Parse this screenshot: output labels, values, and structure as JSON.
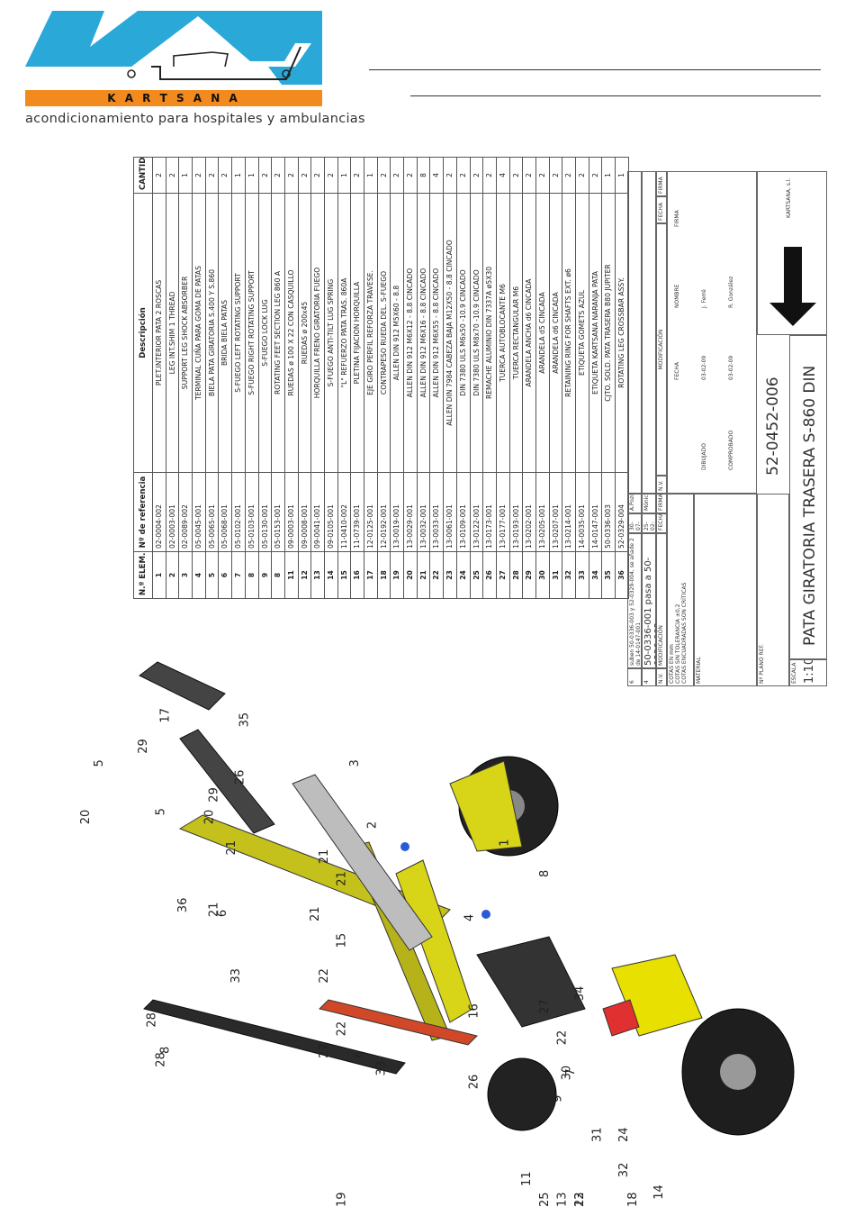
{
  "header": {
    "brand": "K A R T S A N A",
    "tagline": "acondicionamiento para hospitales y ambulancias"
  },
  "parts_table": {
    "headers": [
      "N.º ELEM.",
      "Nº de referencia",
      "Descripción",
      "CANTIDAD"
    ],
    "rows": [
      [
        "1",
        "02-0004-002",
        "PLET.INTERIOR PATA 2 ROSCAS",
        "2"
      ],
      [
        "2",
        "02-0003-001",
        "LEG INT.SHIM 1 THREAD",
        "2"
      ],
      [
        "3",
        "02-0089-002",
        "SUPPORT LEG SHOCK ABSORBER",
        "1"
      ],
      [
        "4",
        "05-0045-001",
        "TERMINAL CUÑA PARA GOMA DE PATAS",
        "2"
      ],
      [
        "5",
        "05-0065-001",
        "BIELA PATA GIRATORIA S.400 Y S.860",
        "2"
      ],
      [
        "6",
        "05-0068-001",
        "BRIDA BIELA PATAS",
        "2"
      ],
      [
        "7",
        "05-0102-001",
        "S-FUEGO LEFT ROTATING SUPPORT",
        "1"
      ],
      [
        "8",
        "05-0103-001",
        "S-FUEGO RIGHT ROTATING SUPPORT",
        "1"
      ],
      [
        "9",
        "05-0130-001",
        "S-FUEGO LOCK LUG",
        "2"
      ],
      [
        "8",
        "05-0153-001",
        "ROTATING FEET SECTION LEG 860 A",
        "2"
      ],
      [
        "11",
        "09-0003-001",
        "RUEDAS ø 100 X 22 CON CASQUILLO",
        "2"
      ],
      [
        "12",
        "09-0008-001",
        "RUEDAS ø 200x45",
        "2"
      ],
      [
        "13",
        "09-0041-001",
        "HORQUILLA FRENO GIRATORIA FUEGO",
        "2"
      ],
      [
        "14",
        "09-0105-001",
        "S-FUEGO ANTI-TILT LUG SPRING",
        "2"
      ],
      [
        "15",
        "11-0410-002",
        "\"L\" REFUERZO PATA TRAS. 860A",
        "1"
      ],
      [
        "16",
        "11-0739-001",
        "PLETINA FIJACION HORQUILLA",
        "2"
      ],
      [
        "17",
        "12-0125-001",
        "EJE GIRO PERFIL REFORZA TRAVESE.",
        "1"
      ],
      [
        "18",
        "12-0192-001",
        "CONTRAPESO RUEDA DEL. S-FUEGO",
        "2"
      ],
      [
        "19",
        "13-0019-001",
        "ALLEN DIN 912 M5X60 - 8.8",
        "2"
      ],
      [
        "20",
        "13-0029-001",
        "ALLEN DIN 912 M6X12 - 8.8 CINCADO",
        "2"
      ],
      [
        "21",
        "13-0032-001",
        "ALLEN DIN 912 M6X16 - 8.8 CINCADO",
        "8"
      ],
      [
        "22",
        "13-0033-001",
        "ALLEN DIN 912 M6X55 - 8.8 CINCADO",
        "4"
      ],
      [
        "23",
        "13-0061-001",
        "ALLEN DIN 7984 CABEZA BAJA M12X50 - 8.8 CINCADO",
        "2"
      ],
      [
        "24",
        "13-0109-001",
        "DIN 7380 ULS M6x50 -10.9 CINCADO",
        "2"
      ],
      [
        "25",
        "13-0122-001",
        "DIN 7380 ULS M8x70 -10.9 CINCADO",
        "2"
      ],
      [
        "26",
        "13-0173-001",
        "REMACHE ALUMINIO DIN 7337A ø5X30",
        "2"
      ],
      [
        "27",
        "13-0177-001",
        "TUERCA AUTOBLOCANTE M6",
        "4"
      ],
      [
        "28",
        "13-0193-001",
        "TUERCA RECTANGULAR M6",
        "2"
      ],
      [
        "29",
        "13-0202-001",
        "ARANDELA ANCHA d6 CINCADA",
        "2"
      ],
      [
        "30",
        "13-0205-001",
        "ARANDELA d5 CINCADA",
        "2"
      ],
      [
        "31",
        "13-0207-001",
        "ARANDELA d6 CINCADA",
        "2"
      ],
      [
        "32",
        "13-0214-001",
        "RETAINING RING FOR SHAFTS EXT. ø6",
        "2"
      ],
      [
        "33",
        "14-0035-001",
        "ETIQUETA GOMETS AZUL",
        "2"
      ],
      [
        "34",
        "14-0147-001",
        "ETIQUETA KARTSANA NARANJA PATA",
        "2"
      ],
      [
        "35",
        "50-0336-003",
        "CJTO. SOLD. PATA TRASERA B80 JUPITER",
        "1"
      ],
      [
        "36",
        "52-0329-004",
        "ROTATING LEG CROSSBAR ASSY.",
        "1"
      ]
    ]
  },
  "title_block": {
    "revisions": [
      {
        "nv": "6",
        "text": "suben 50-0336-003 y 52-0329-004, se añade 2 de 14-0147-001",
        "date": "30-07-13",
        "by": "A.Pozo"
      },
      {
        "nv": "4",
        "text": "50-0336-001 pasa a 50-0336-002",
        "date": "25-02-13",
        "by": "Mónica"
      }
    ],
    "rev_headers": {
      "nv": "N.V.",
      "mod": "MODIFICACIÓN",
      "date": "FECHA",
      "sign": "FIRMA"
    },
    "rev_headers2": {
      "nv": "N.V.",
      "mod": "MODIFICACIÓN",
      "date": "FECHA",
      "sign": "FIRMA"
    },
    "notes": [
      "COTAS EN mm",
      "COTAS SIN TOLERANCIA ±0,2",
      "COTAS ENCUADRADAS SON CRÍTICAS"
    ],
    "material_label": "MATERIAL",
    "plano_label": "Nº PLANO REF.",
    "escala_label": "ESCALA",
    "escala": "1:10",
    "drawing_number": "52-0452-006",
    "drawing_title": "PATA GIRATORIA TRASERA S-860 DIN",
    "people_headers": {
      "fecha": "FECHA",
      "nombre": "NOMBRE",
      "firma": "FIRMA"
    },
    "dibujado_label": "DIBUJADO",
    "dibujado_fecha": "03-02-09",
    "dibujado_nombre": "J. Ferré",
    "comprobado_label": "COMPROBADO",
    "comprobado_fecha": "03-02-09",
    "comprobado_nombre": "R. González",
    "company": "KARTSANA, s.l."
  },
  "callouts": [
    "1",
    "2",
    "3",
    "4",
    "5",
    "5",
    "6",
    "6",
    "7",
    "8",
    "8",
    "9",
    "11",
    "12",
    "13",
    "14",
    "15",
    "16",
    "17",
    "18",
    "19",
    "20",
    "20",
    "21",
    "21",
    "21",
    "21",
    "21",
    "22",
    "22",
    "22",
    "23",
    "24",
    "25",
    "26",
    "26",
    "27",
    "27",
    "28",
    "28",
    "29",
    "29",
    "30",
    "31",
    "32",
    "33",
    "33",
    "34",
    "35",
    "36"
  ],
  "colors": {
    "brand_blue": "#2aa8d8",
    "brand_orange": "#f28a1e",
    "yellow_part": "#e8e000",
    "olive_part": "#b6b21a"
  }
}
